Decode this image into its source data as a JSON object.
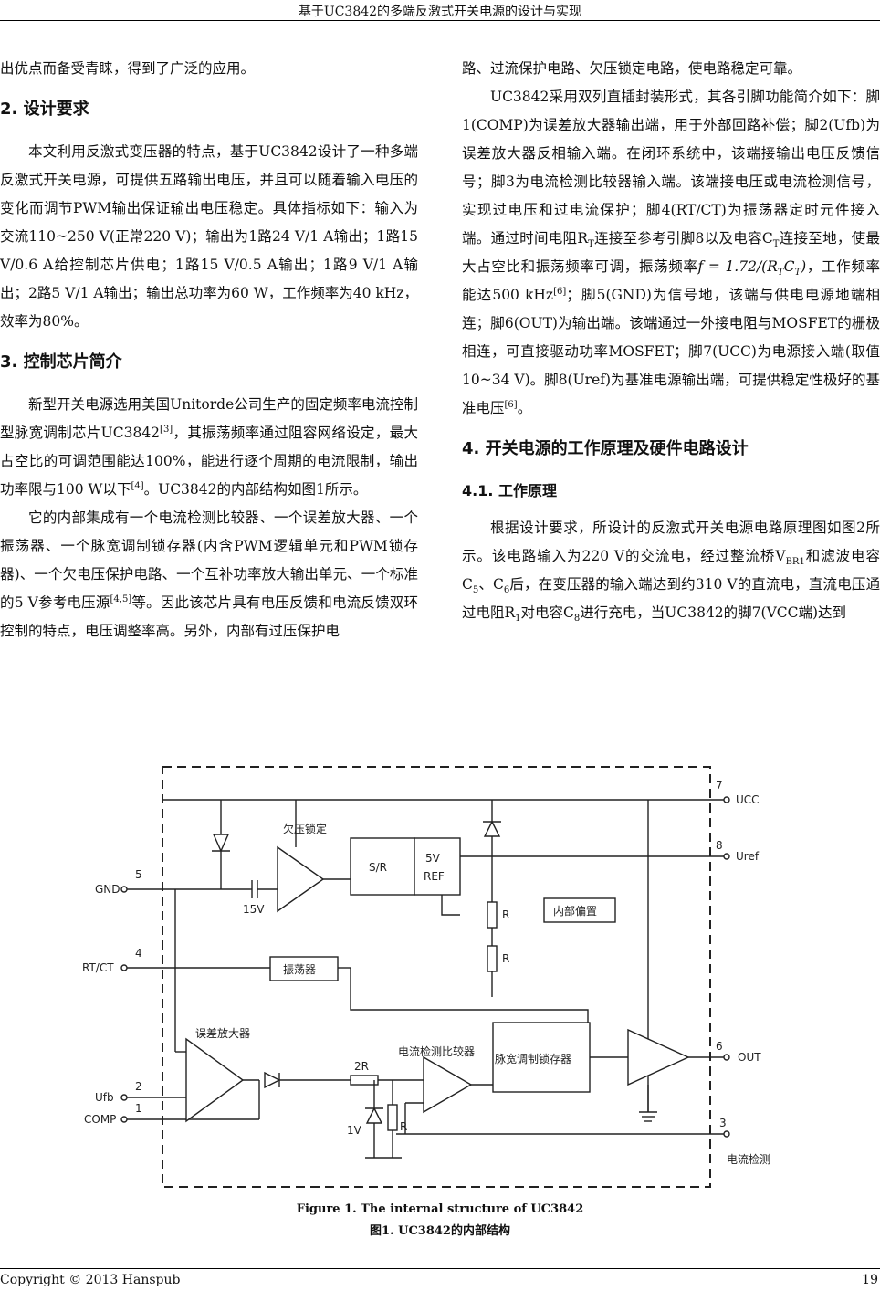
{
  "header": {
    "title": "基于UC3842的多端反激式开关电源的设计与实现"
  },
  "left": {
    "p0": "出优点而备受青睐，得到了广泛的应用。",
    "h2": "2.  设计要求",
    "p1": "本文利用反激式变压器的特点，基于UC3842设计了一种多端反激式开关电源，可提供五路输出电压，并且可以随着输入电压的变化而调节PWM输出保证输出电压稳定。具体指标如下：输入为交流110~250 V(正常220 V)；输出为1路24 V/1 A输出；1路15 V/0.6 A给控制芯片供电；1路15 V/0.5 A输出；1路9 V/1 A输出；2路5 V/1 A输出；输出总功率为60 W，工作频率为40 kHz，效率为80%。",
    "h3": "3.  控制芯片简介",
    "p2a": "新型开关电源选用美国Unitorde公司生产的固定频率电流控制型脉宽调制芯片UC3842",
    "p2ref1": "[3]",
    "p2b": "，其振荡频率通过阻容网络设定，最大占空比的可调范围能达100%，能进行逐个周期的电流限制，输出功率限与100 W以下",
    "p2ref2": "[4]",
    "p2c": "。UC3842的内部结构如图1所示。",
    "p3a": "它的内部集成有一个电流检测比较器、一个误差放大器、一个振荡器、一个脉宽调制锁存器(内含PWM逻辑单元和PWM锁存器)、一个欠电压保护电路、一个互补功率放大输出单元、一个标准的5 V参考电压源",
    "p3ref": "[4,5]",
    "p3b": "等。因此该芯片具有电压反馈和电流反馈双环控制的特点，电压调整率高。另外，内部有过压保护电"
  },
  "right": {
    "p0": "路、过流保护电路、欠压锁定电路，使电路稳定可靠。",
    "p1a": "UC3842采用双列直插封装形式，其各引脚功能简介如下：脚1(COMP)为误差放大器输出端，用于外部回路补偿；脚2(Ufb)为误差放大器反相输入端。在闭环系统中，该端接输出电压反馈信号；脚3为电流检测比较器输入端。该端接电压或电流检测信号，实现过电压和过电流保护；脚4(RT/CT)为振荡器定时元件接入端。通过时间电阻R",
    "sub1": "T",
    "p1b": "连接至参考引脚8以及电容C",
    "sub2": "T",
    "p1c": "连接至地，使最大占空比和振荡频率可调，振荡频率",
    "formula": "f = 1.72/(R",
    "fsub1": "T",
    "formula2": "C",
    "fsub2": "T",
    "formula3": ")",
    "p1d": "，工作频率能达500 kHz",
    "ref6a": "[6]",
    "p1e": "；脚5(GND)为信号地，该端与供电电源地端相连；脚6(OUT)为输出端。该端通过一外接电阻与MOSFET的栅极相连，可直接驱动功率MOSFET；脚7(UCC)为电源接入端(取值10~34 V)。脚8(Uref)为基准电源输出端，可提供稳定性极好的基准电压",
    "ref6b": "[6]",
    "p1f": "。",
    "h2": "4.  开关电源的工作原理及硬件电路设计",
    "h3": "4.1.  工作原理",
    "p2a": "根据设计要求，所设计的反激式开关电源电路原理图如图2所示。该电路输入为220 V的交流电，经过整流桥V",
    "sub3": "BR1",
    "p2b": "和滤波电容C",
    "sub4": "5",
    "p2c": "、C",
    "sub5": "6",
    "p2d": "后，在变压器的输入端达到约310 V的直流电，直流电压通过电阻R",
    "sub6": "1",
    "p2e": "对电容C",
    "sub7": "8",
    "p2f": "进行充电，当UC3842的脚7(VCC端)达到"
  },
  "figure": {
    "pin7": "7",
    "ucc": "UCC",
    "pin8": "8",
    "uref": "Uref",
    "pin5": "5",
    "gnd": "GND",
    "pin4": "4",
    "rtct": "RT/CT",
    "pin2": "2",
    "ufb": "Ufb",
    "pin1": "1",
    "comp": "COMP",
    "pin6": "6",
    "out": "OUT",
    "pin3": "3",
    "isense": "电流检测",
    "uvlo": "欠压锁定",
    "sr": "S/R",
    "ref5v": "5V",
    "refl": "REF",
    "v15": "15V",
    "r1": "R",
    "r2": "R",
    "bias": "内部偏置",
    "osc": "振荡器",
    "erramp": "误差放大器",
    "cscomp": "电流检测比较器",
    "r2r": "2R",
    "v1": "1V",
    "r3": "R",
    "latch": "脉宽调制锁存器"
  },
  "captions": {
    "en": "Figure 1. The internal structure of UC3842",
    "zh": "图1. UC3842的内部结构"
  },
  "footer": {
    "copyright": "Copyright © 2013 Hanspub",
    "page": "19"
  }
}
